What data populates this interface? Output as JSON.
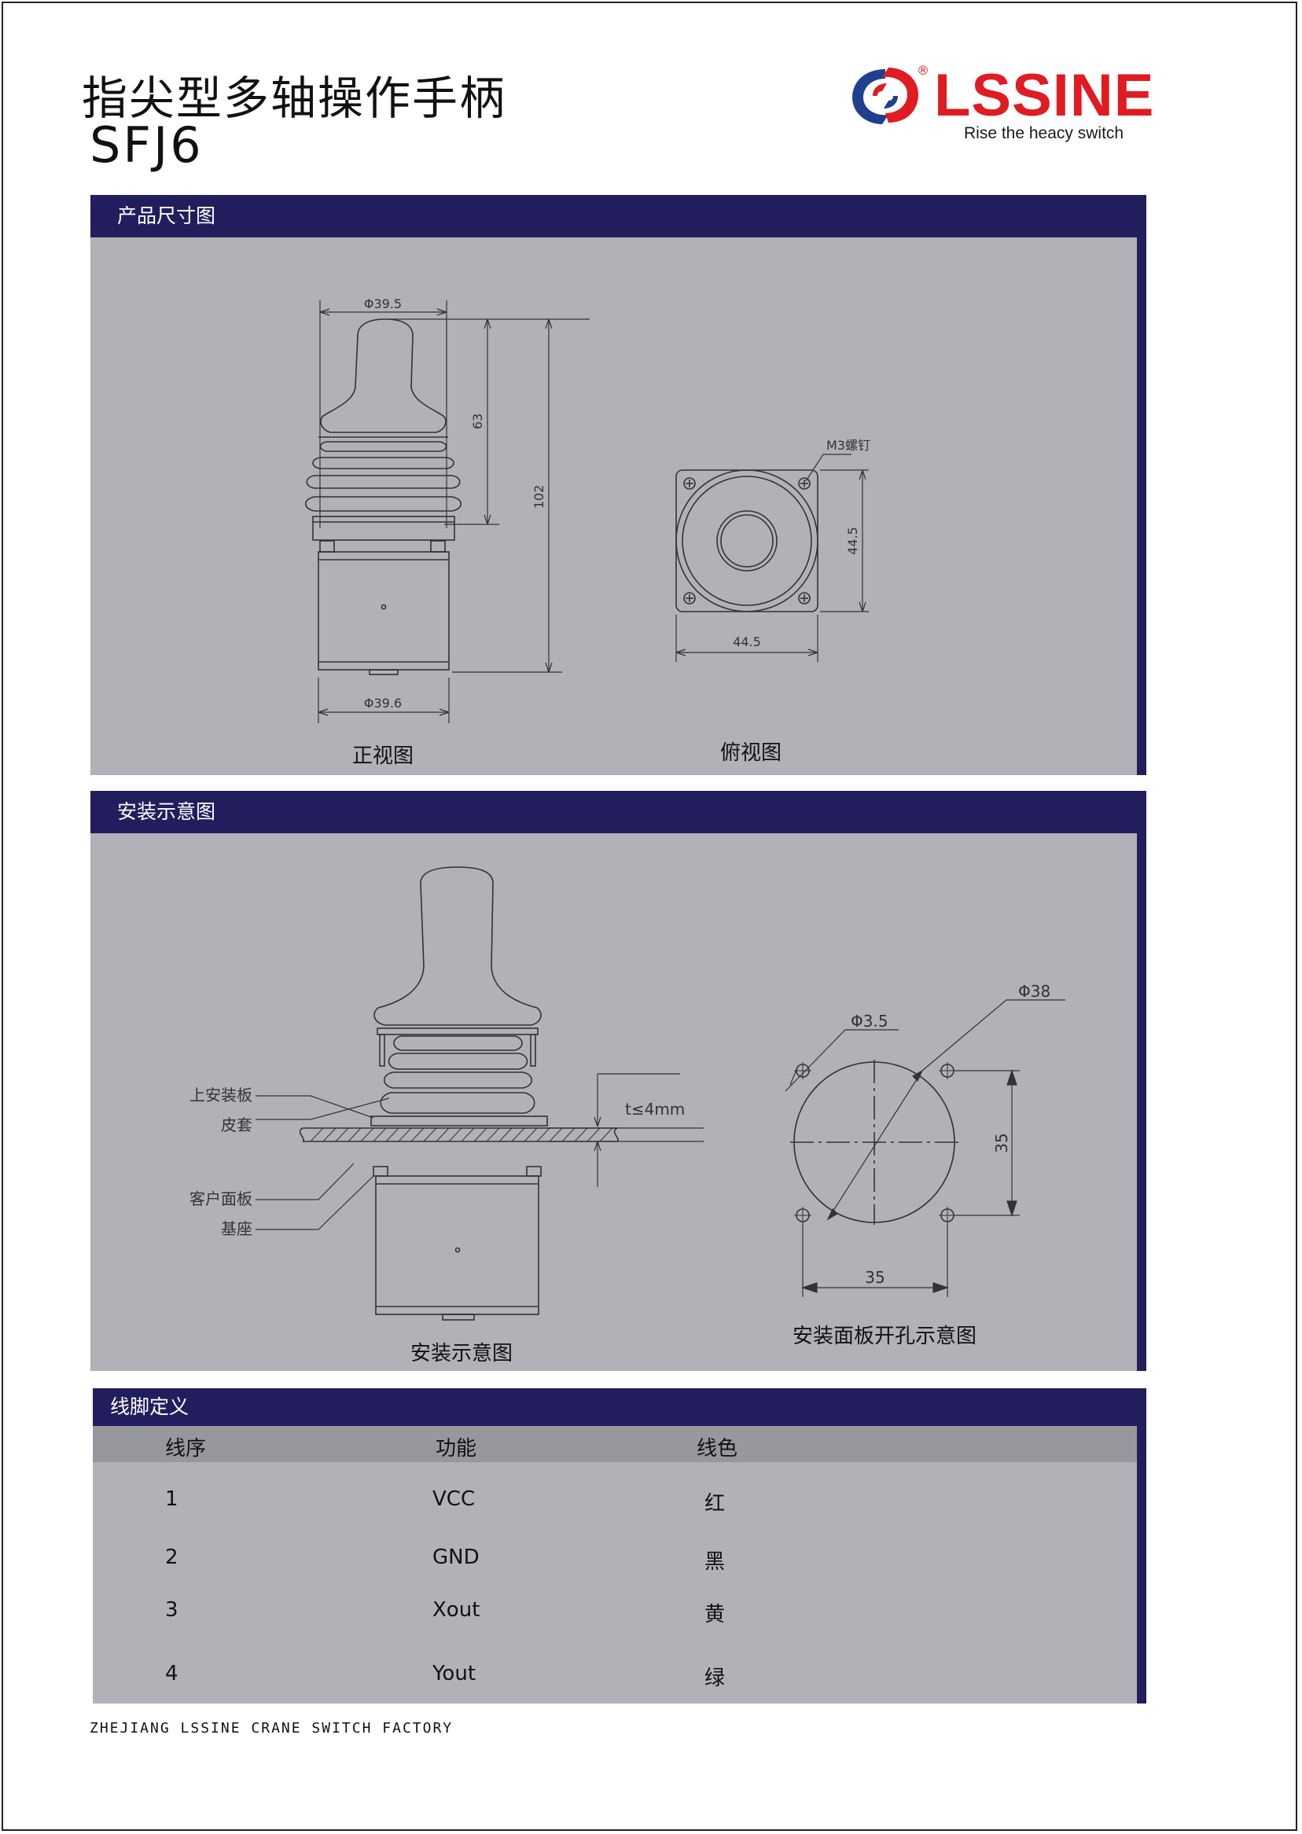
{
  "header": {
    "title": "指尖型多轴操作手柄",
    "model": "SFJ6"
  },
  "logo": {
    "brand": "LSSINE",
    "registered": "®",
    "slogan": "Rise the heacy switch",
    "colors": {
      "red": "#e01b22",
      "blue": "#1f3f8f"
    }
  },
  "colors": {
    "panel_header": "#221e5e",
    "panel_bg": "#b2b1b7",
    "table_header_bg": "#97989d"
  },
  "section_dimensions": {
    "title": "产品尺寸图",
    "front_view_label": "正视图",
    "top_view_label": "俯视图",
    "dim_top_diameter": "Φ39.5",
    "dim_bottom_diameter": "Φ39.6",
    "dim_handle_height": "63",
    "dim_total_height": "102",
    "dim_screw": "M3螺钉",
    "dim_square_width": "44.5",
    "dim_square_height": "44.5"
  },
  "section_install": {
    "title": "安装示意图",
    "install_caption": "安装示意图",
    "cutout_caption": "安装面板开孔示意图",
    "label_upper_plate": "上安装板",
    "label_boot": "皮套",
    "label_customer_panel": "客户面板",
    "label_base": "基座",
    "label_thickness": "t≤4mm",
    "dim_hole": "Φ3.5",
    "dim_cutout": "Φ38",
    "dim_hole_spacing_h": "35",
    "dim_hole_spacing_v": "35"
  },
  "section_wiring": {
    "title": "线脚定义",
    "columns": [
      "线序",
      "功能",
      "线色"
    ],
    "rows": [
      {
        "no": "1",
        "function": "VCC",
        "color": "红"
      },
      {
        "no": "2",
        "function": "GND",
        "color": "黑"
      },
      {
        "no": "3",
        "function": "Xout",
        "color": "黄"
      },
      {
        "no": "4",
        "function": "Yout",
        "color": "绿"
      }
    ]
  },
  "footer": {
    "company": "ZHEJIANG LSSINE CRANE SWITCH FACTORY"
  }
}
